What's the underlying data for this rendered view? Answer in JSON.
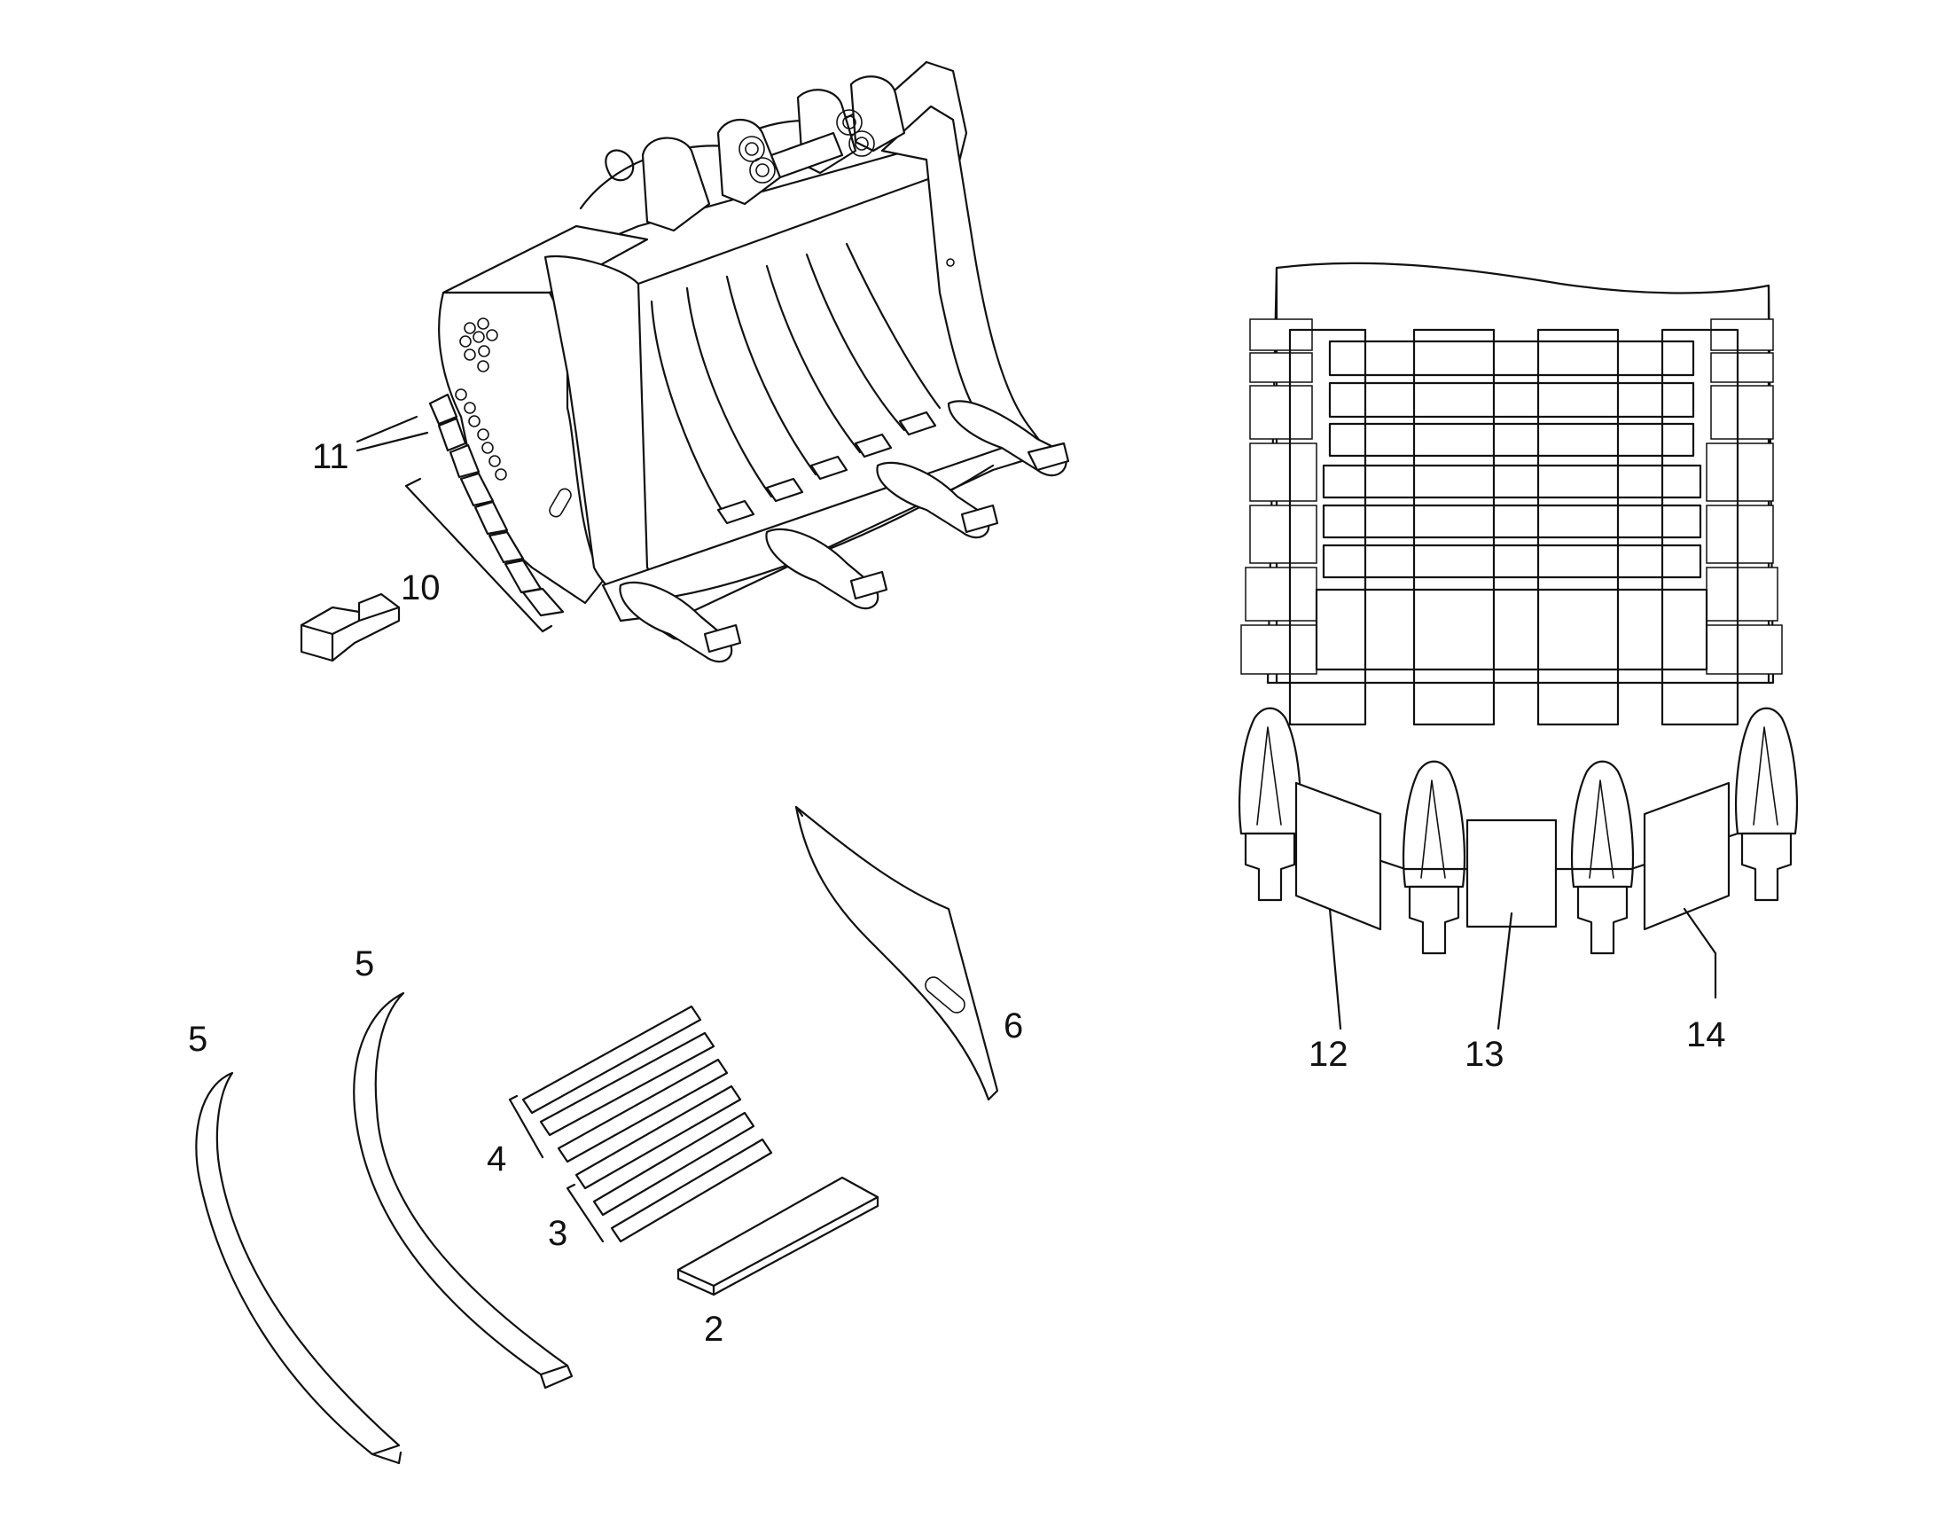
{
  "diagram": {
    "callouts": [
      {
        "id": "c2",
        "label": "2"
      },
      {
        "id": "c3",
        "label": "3"
      },
      {
        "id": "c4",
        "label": "4"
      },
      {
        "id": "c5a",
        "label": "5"
      },
      {
        "id": "c5b",
        "label": "5"
      },
      {
        "id": "c6",
        "label": "6"
      },
      {
        "id": "c10",
        "label": "10"
      },
      {
        "id": "c11",
        "label": "11"
      },
      {
        "id": "c12",
        "label": "12"
      },
      {
        "id": "c13",
        "label": "13"
      },
      {
        "id": "c14",
        "label": "14"
      }
    ]
  }
}
